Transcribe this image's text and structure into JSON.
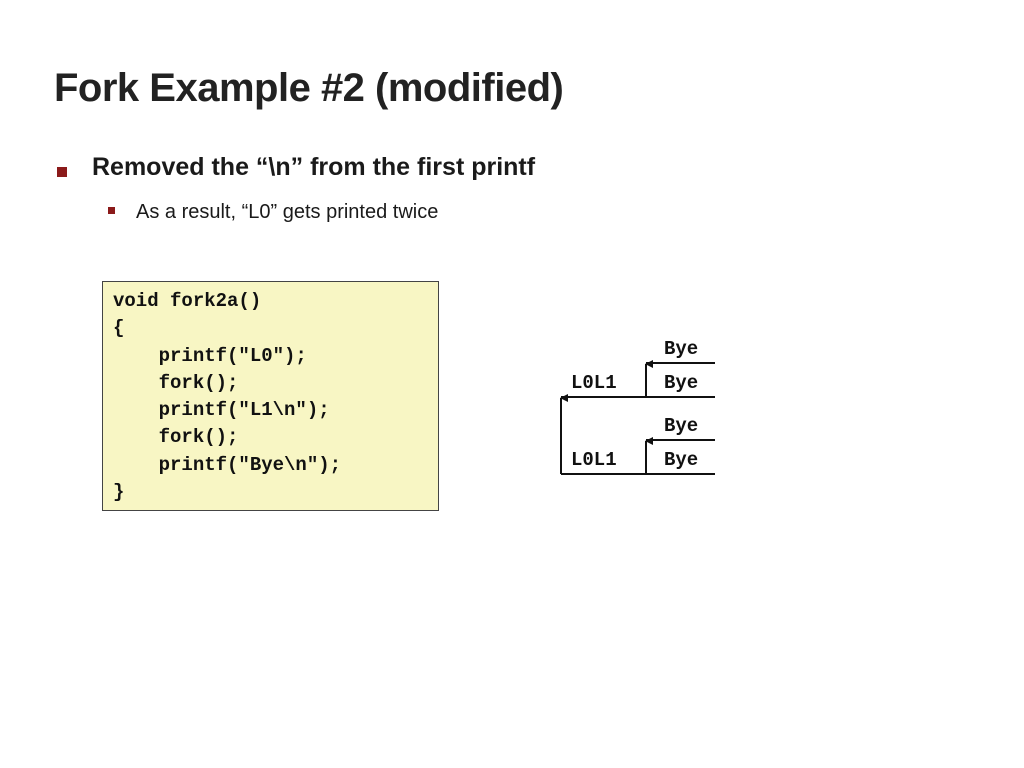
{
  "slide": {
    "title": "Fork Example #2 (modified)",
    "bullets": [
      {
        "text": "Removed the “\\n” from the first printf",
        "sub": [
          "As a result, “L0” gets printed twice"
        ]
      }
    ]
  },
  "code": {
    "lines": [
      "void fork2a()",
      "{",
      "    printf(\"L0\");",
      "    fork();",
      "    printf(\"L1\\n\");",
      "    fork();",
      "    printf(\"Bye\\n\");",
      "}"
    ]
  },
  "diagram": {
    "top_branch": {
      "main_label": "L0L1",
      "child_label": "Bye",
      "parent_label": "Bye"
    },
    "bottom_branch": {
      "main_label": "L0L1",
      "child_label": "Bye",
      "parent_label": "Bye"
    }
  },
  "colors": {
    "bullet_marker": "#8b1a1a",
    "code_background": "#f8f6c4"
  }
}
